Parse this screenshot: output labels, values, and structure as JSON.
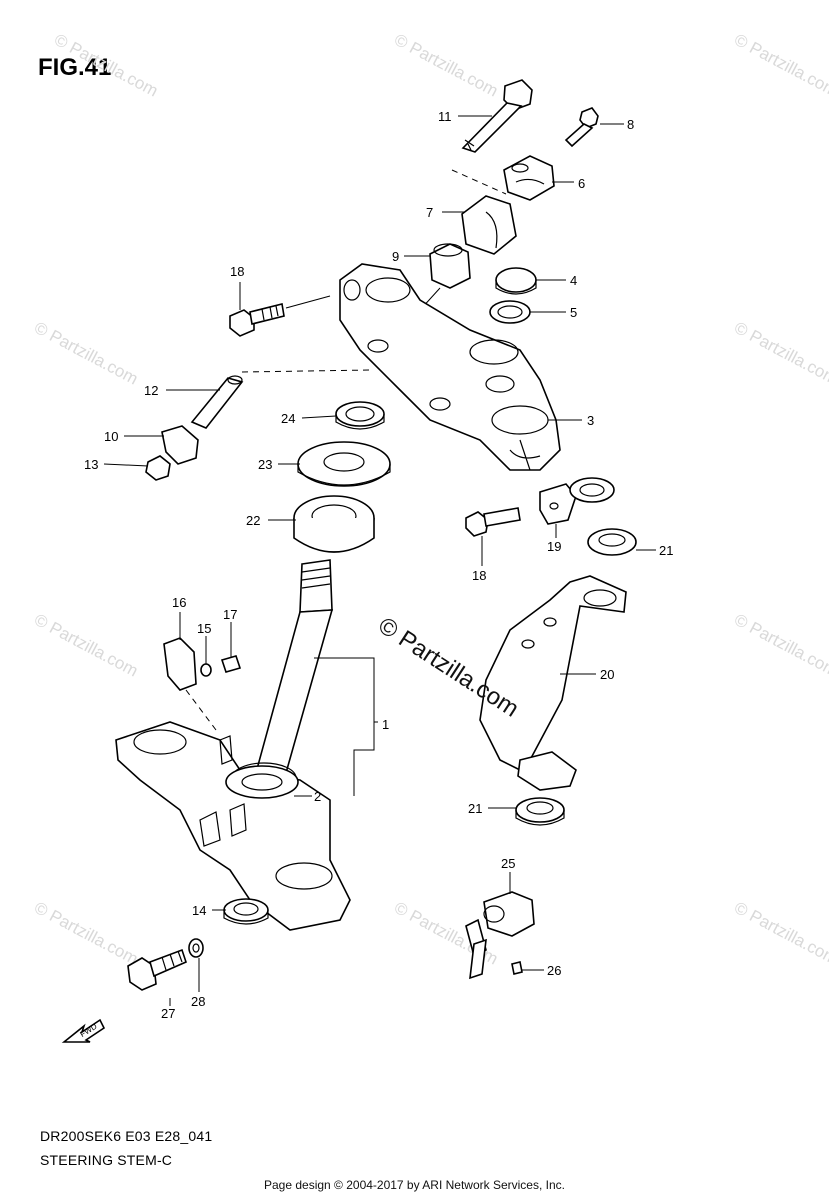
{
  "figure": {
    "title": "FIG.41",
    "model_code": "DR200SEK6 E03 E28_041",
    "subtitle": "STEERING STEM-C"
  },
  "footer": "Page design © 2004-2017 by ARI Network Services, Inc.",
  "watermark": {
    "text": "© Partzilla.com",
    "center_text": "© Partzilla.com"
  },
  "direction_marker": "FWD",
  "callouts": [
    {
      "id": "c11",
      "label": "11"
    },
    {
      "id": "c8",
      "label": "8"
    },
    {
      "id": "c6",
      "label": "6"
    },
    {
      "id": "c7",
      "label": "7"
    },
    {
      "id": "c9",
      "label": "9"
    },
    {
      "id": "c4",
      "label": "4"
    },
    {
      "id": "c5",
      "label": "5"
    },
    {
      "id": "c18a",
      "label": "18"
    },
    {
      "id": "c12",
      "label": "12"
    },
    {
      "id": "c3",
      "label": "3"
    },
    {
      "id": "c24",
      "label": "24"
    },
    {
      "id": "c10",
      "label": "10"
    },
    {
      "id": "c13",
      "label": "13"
    },
    {
      "id": "c23",
      "label": "23"
    },
    {
      "id": "c22",
      "label": "22"
    },
    {
      "id": "c19",
      "label": "19"
    },
    {
      "id": "c18b",
      "label": "18"
    },
    {
      "id": "c21a",
      "label": "21"
    },
    {
      "id": "c16",
      "label": "16"
    },
    {
      "id": "c15",
      "label": "15"
    },
    {
      "id": "c17",
      "label": "17"
    },
    {
      "id": "c20",
      "label": "20"
    },
    {
      "id": "c1",
      "label": "1"
    },
    {
      "id": "c2",
      "label": "2"
    },
    {
      "id": "c21b",
      "label": "21"
    },
    {
      "id": "c25",
      "label": "25"
    },
    {
      "id": "c14",
      "label": "14"
    },
    {
      "id": "c26",
      "label": "26"
    },
    {
      "id": "c27",
      "label": "27"
    },
    {
      "id": "c28",
      "label": "28"
    }
  ]
}
